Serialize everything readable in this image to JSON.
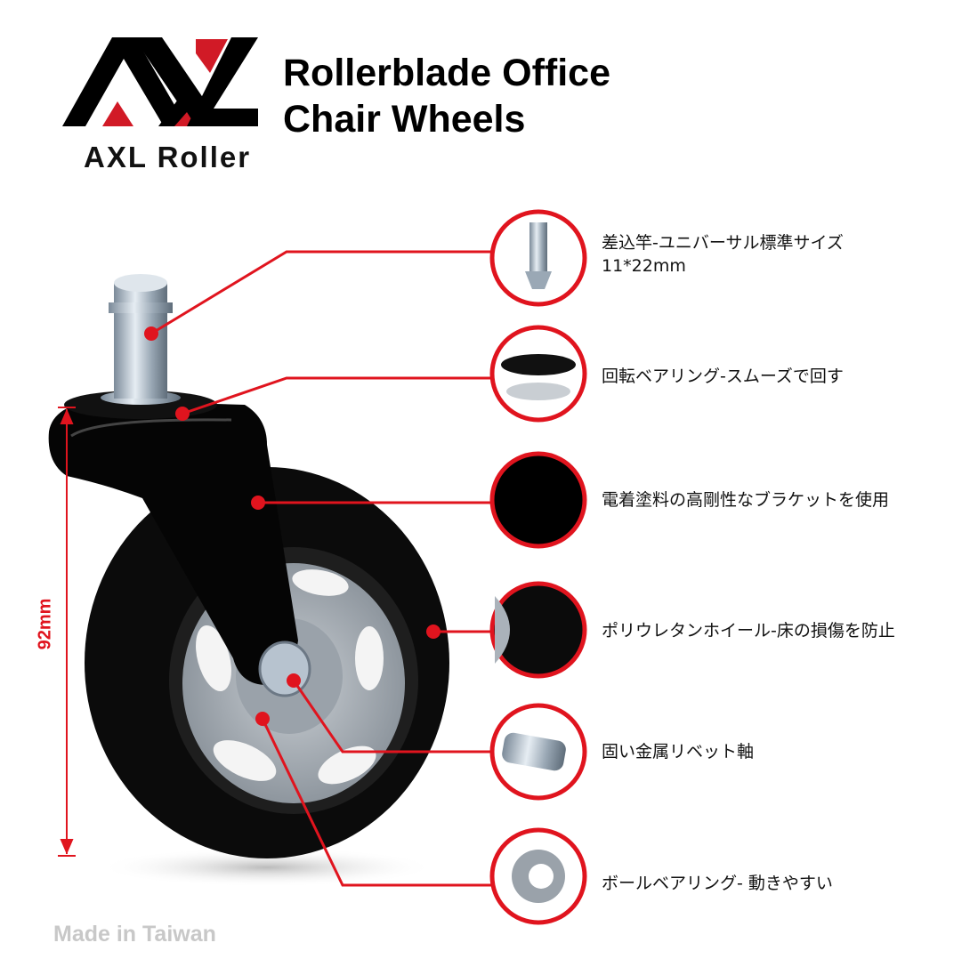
{
  "brand": {
    "logo_text": "AXL",
    "name": "AXL Roller"
  },
  "title": {
    "line1": "Rollerblade Office",
    "line2": "Chair Wheels"
  },
  "dimension": {
    "label": "92mm"
  },
  "features": [
    {
      "icon": "stem-icon",
      "label": "差込竿-ユニバーサル標準サイズ",
      "sub": "11*22mm"
    },
    {
      "icon": "swivel-bearing-icon",
      "label": "回転ベアリング-スムーズで回す"
    },
    {
      "icon": "bracket-icon",
      "label": "電着塗料の高剛性なブラケットを使用"
    },
    {
      "icon": "polyurethane-wheel-icon",
      "label": "ポリウレタンホイール-床の損傷を防止"
    },
    {
      "icon": "rivet-axle-icon",
      "label": "固い金属リベット軸"
    },
    {
      "icon": "ball-bearing-icon",
      "label": "ボールベアリング- 動きやすい"
    }
  ],
  "footer": {
    "origin": "Made in Taiwan"
  },
  "colors": {
    "accent": "#e0141e",
    "text": "#111111",
    "muted": "#c8c8c8"
  }
}
